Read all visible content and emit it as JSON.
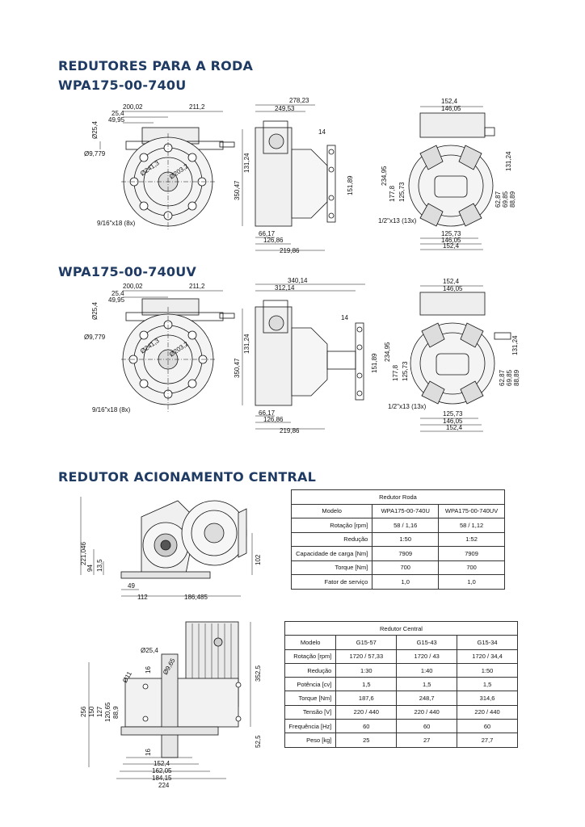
{
  "headings": {
    "section1": "REDUTORES PARA A RODA",
    "model1": "WPA175-00-740U",
    "model2": "WPA175-00-740UV",
    "section2": "REDUTOR ACIONAMENTO CENTRAL"
  },
  "drawing1": {
    "front": {
      "d1": "200,02",
      "d2": "211,2",
      "d3": "25,4",
      "d4": "49,95",
      "d5": "Ø25,4",
      "d6": "Ø9,779",
      "d7": "9/16\"x18 (8x)",
      "d8": "Ø241,3",
      "d9": "Ø203,2"
    },
    "side": {
      "d1": "278,23",
      "d2": "249,53",
      "d3": "14",
      "d4": "350,47",
      "d5": "131,24",
      "d6": "151,89",
      "d7": "66,17",
      "d8": "126,86",
      "d9": "219,86"
    },
    "back": {
      "d1": "152,4",
      "d2": "146,05",
      "d3": "234,95",
      "d4": "177,8",
      "d5": "125,73",
      "d6": "131,24",
      "d7": "62,87",
      "d8": "69,85",
      "d9": "88,89",
      "d10": "1/2\"x13 (13x)",
      "d11": "125,73",
      "d12": "146,05",
      "d13": "152,4"
    }
  },
  "drawing2": {
    "front": {
      "d1": "200,02",
      "d2": "211,2",
      "d3": "25,4",
      "d4": "49,95",
      "d5": "Ø25,4",
      "d6": "Ø9,779",
      "d7": "9/16\"x18 (8x)",
      "d8": "Ø241,3",
      "d9": "Ø203,2"
    },
    "side": {
      "d1": "340,14",
      "d2": "312,14",
      "d3": "14",
      "d4": "350,47",
      "d5": "131,24",
      "d6": "151,89",
      "d7": "66,17",
      "d8": "126,86",
      "d9": "219,86"
    },
    "back": {
      "d1": "152,4",
      "d2": "146,05",
      "d3": "234,95",
      "d4": "177,8",
      "d5": "125,73",
      "d6": "131,24",
      "d7": "62,87",
      "d8": "69,85",
      "d9": "88,89",
      "d10": "1/2\"x13 (13x)",
      "d11": "125,73",
      "d12": "146,05",
      "d13": "152,4"
    }
  },
  "drawing3": {
    "d1": "221,046",
    "d2": "94",
    "d3": "13,5",
    "d4": "49",
    "d5": "112",
    "d6": "186,485",
    "d7": "102"
  },
  "drawing4": {
    "d1": "Ø25,4",
    "d2": "Ø9,65",
    "d3": "16",
    "d4": "Ø11",
    "d5": "352,5",
    "d6": "256",
    "d7": "150",
    "d8": "127",
    "d9": "120,65",
    "d10": "88,9",
    "d11": "16",
    "d12": "52,5",
    "d13": "152,4",
    "d14": "162,05",
    "d15": "184,15",
    "d16": "224"
  },
  "table_roda": {
    "title": "Redutor Roda",
    "header": [
      "Modelo",
      "WPA175-00-740U",
      "WPA175-00-740UV"
    ],
    "rows": [
      [
        "Rotação [rpm]",
        "58 / 1,16",
        "58 / 1,12"
      ],
      [
        "Redução",
        "1:50",
        "1:52"
      ],
      [
        "Capacidade de carga [Nm]",
        "7909",
        "7909"
      ],
      [
        "Torque [Nm]",
        "700",
        "700"
      ],
      [
        "Fator de serviço",
        "1,0",
        "1,0"
      ]
    ]
  },
  "table_central": {
    "title": "Redutor Central",
    "header": [
      "Modelo",
      "G15-57",
      "G15-43",
      "G15-34"
    ],
    "rows": [
      [
        "Rotação [rpm]",
        "1720 / 57,33",
        "1720 / 43",
        "1720 / 34,4"
      ],
      [
        "Redução",
        "1:30",
        "1:40",
        "1:50"
      ],
      [
        "Potência [cv]",
        "1,5",
        "1,5",
        "1,5"
      ],
      [
        "Torque [Nm]",
        "187,6",
        "248,7",
        "314,6"
      ],
      [
        "Tensão [V]",
        "220 / 440",
        "220 / 440",
        "220 / 440"
      ],
      [
        "Frequência [Hz]",
        "60",
        "60",
        "60"
      ],
      [
        "Peso [kg]",
        "25",
        "27",
        "27,7"
      ]
    ]
  }
}
